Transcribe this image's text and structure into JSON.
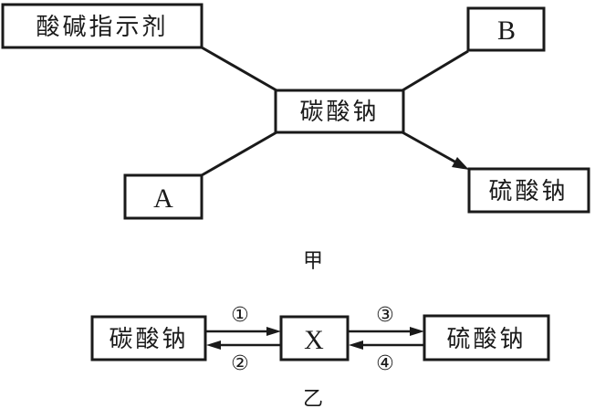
{
  "diagram_jia": {
    "caption": "甲",
    "center_node": "碳酸钠",
    "nodes": {
      "indicator": "酸碱指示剂",
      "b": "B",
      "a": "A",
      "sulfate": "硫酸钠"
    },
    "edges": [
      {
        "from": "酸碱指示剂",
        "to": "碳酸钠",
        "directed": false
      },
      {
        "from": "B",
        "to": "碳酸钠",
        "directed": false
      },
      {
        "from": "A",
        "to": "碳酸钠",
        "directed": false
      },
      {
        "from": "碳酸钠",
        "to": "硫酸钠",
        "directed": true
      }
    ]
  },
  "diagram_yi": {
    "caption": "乙",
    "nodes": {
      "left": "碳酸钠",
      "middle": "X",
      "right": "硫酸钠"
    },
    "arrows": [
      {
        "label": "①",
        "from": "碳酸钠",
        "to": "X"
      },
      {
        "label": "②",
        "from": "X",
        "to": "碳酸钠"
      },
      {
        "label": "③",
        "from": "X",
        "to": "硫酸钠"
      },
      {
        "label": "④",
        "from": "硫酸钠",
        "to": "X"
      }
    ]
  }
}
